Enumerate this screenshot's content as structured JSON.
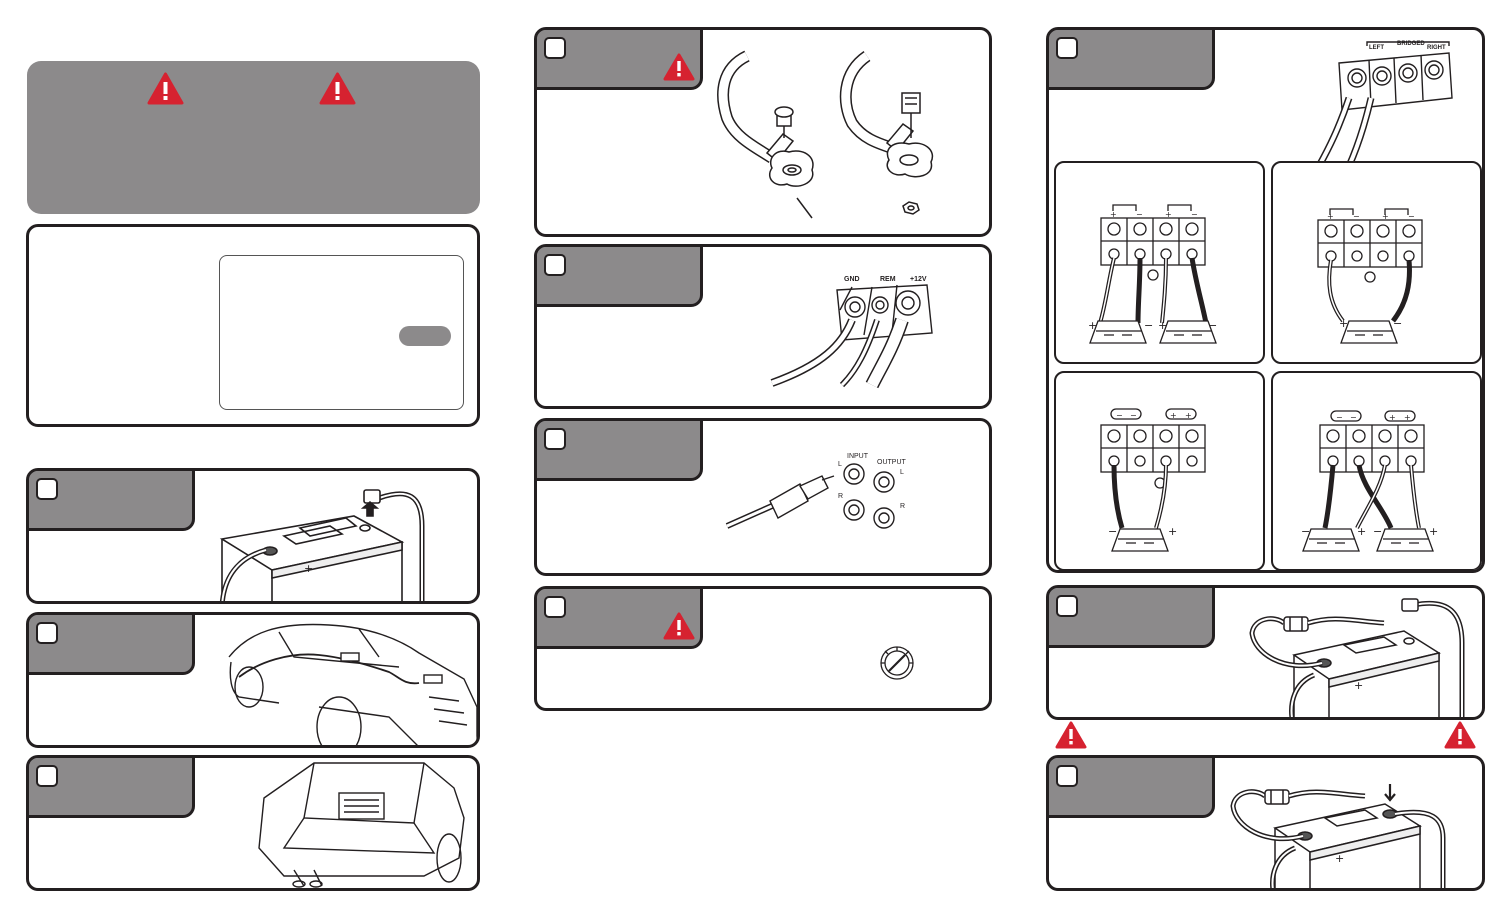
{
  "colors": {
    "tab_gray": "#8c8a8b",
    "warning_red": "#d62230",
    "line": "#231f20"
  },
  "icons": {
    "warning": "warning-triangle-icon"
  },
  "terminals": {
    "power": [
      "GND",
      "REM",
      "+12V"
    ],
    "speaker": [
      "LEFT",
      "BRIDGED",
      "RIGHT"
    ],
    "rca_input": "INPUT",
    "rca_output": "OUTPUT",
    "rca_left": "L",
    "rca_right": "R"
  },
  "polarity": {
    "plus": "+",
    "minus": "−"
  }
}
